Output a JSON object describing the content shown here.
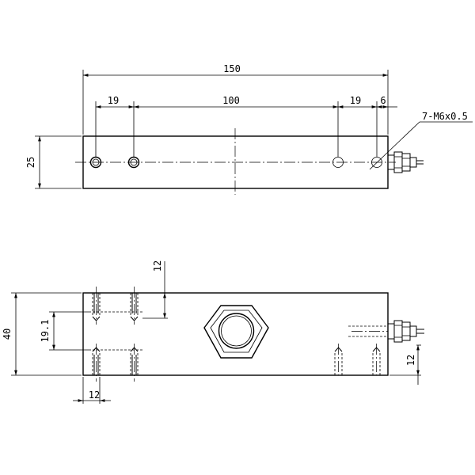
{
  "top_view": {
    "dim_total_length": "150",
    "dim_left_spacing": "19",
    "dim_middle_spacing": "100",
    "dim_right_spacing": "19",
    "dim_end_offset": "6",
    "dim_width": "25",
    "thread_callout": "7-M6x0.5"
  },
  "front_view": {
    "dim_height": "40",
    "dim_hole_depth": "12",
    "dim_hole_pitch": "19.1",
    "dim_bottom_offset": "12",
    "dim_right_height": "12"
  }
}
